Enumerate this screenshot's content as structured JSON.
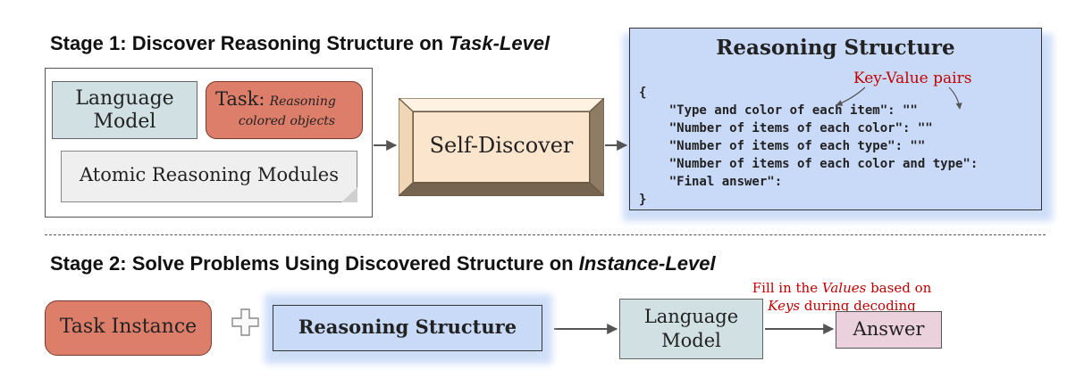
{
  "stage1": {
    "prefix": "Stage 1: Discover Reasoning Structure on ",
    "italic": "Task-Level"
  },
  "inputs": {
    "lm_line1": "Language",
    "lm_line2": "Model",
    "task_label": "Task:",
    "task_desc_line1": "Reasoning",
    "task_desc_line2": "colored objects",
    "modules": "Atomic Reasoning Modules"
  },
  "self_discover": "Self-Discover",
  "reasoning_structure": {
    "title": "Reasoning Structure",
    "annotation": "Key-Value pairs",
    "lines": [
      "{",
      "    \"Type and color of each item\": \"\"",
      "    \"Number of items of each color\": \"\"",
      "    \"Number of items of each type\": \"\"",
      "    \"Number of items of each color and type\":",
      "    \"Final answer\":",
      "}"
    ]
  },
  "stage2": {
    "prefix": "Stage 2: Solve Problems Using Discovered Structure on ",
    "italic": "Instance-Level"
  },
  "fill_note": {
    "part1": "Fill in the ",
    "values_word": "Values",
    "part2": " based on",
    "keys_word": "Keys",
    "part3": " during decoding"
  },
  "task_instance": "Task Instance",
  "reasoning_structure_2": "Reasoning Structure",
  "lm2_line1": "Language",
  "lm2_line2": "Model",
  "answer": "Answer",
  "colors": {
    "blue": "#c9daf8",
    "teal": "#d0e0e3",
    "salmon": "#dd7e6b",
    "peach": "#fce5cd",
    "pink": "#ead1dc",
    "annotation_red": "#c00000"
  }
}
